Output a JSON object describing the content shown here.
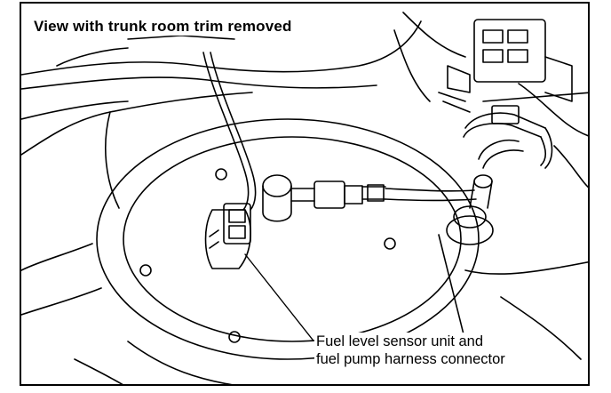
{
  "title": "View with trunk room trim removed",
  "callout": {
    "line1": "Fuel level sensor unit and",
    "line2": "fuel pump harness connector"
  },
  "colors": {
    "ink": "#000000",
    "paper": "#ffffff"
  }
}
